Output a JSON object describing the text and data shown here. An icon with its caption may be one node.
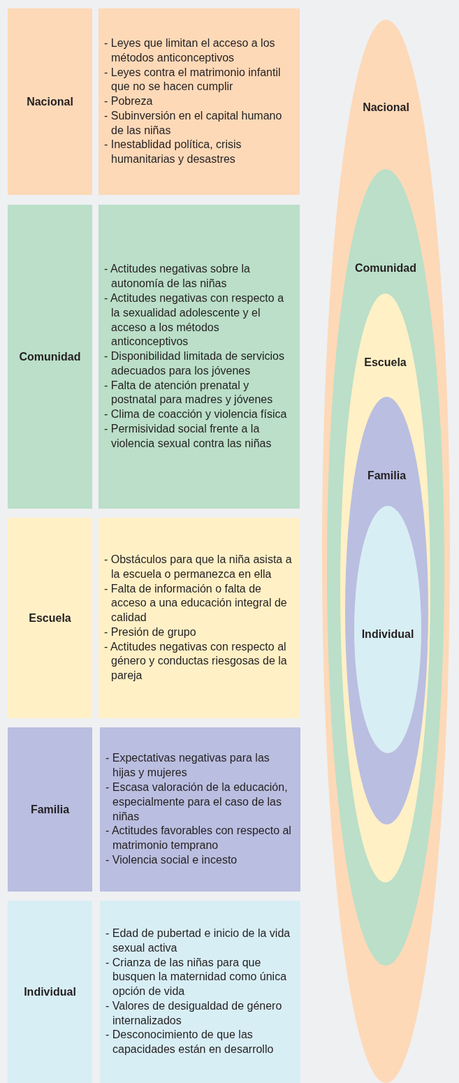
{
  "diagram": {
    "nodes": [
      {
        "text": [
          "Nacional"
        ]
      },
      {
        "text": [
          "- Leyes que limitan el acceso a los métodos anticonceptivos",
          "- Leyes contra el matrimonio infantil que no se hacen cumplir",
          "- Pobreza",
          "- Subinversión en el capital humano de las niñas",
          "- Inestablidad política, crisis humanitarias y desastres"
        ]
      },
      {
        "text": [
          "Comunidad"
        ]
      },
      {
        "text": [
          "- Actitudes negativas sobre la autonomía de las niñas",
          "- Actitudes negativas con respecto a la sexualidad adolescente y el acceso a los métodos anticonceptivos",
          "- Disponibilidad limitada de servicios adecuados para los jóvenes",
          "- Falta de atención prenatal y postnatal para madres y jóvenes",
          "- Clima de coacción y violencia física",
          "- Permisividad social frente a la violencia sexual contra las niñas"
        ]
      },
      {
        "text": [
          "Escuela"
        ]
      },
      {
        "text": [
          "- Obstáculos para que la niña asista a la escuela o permanezca en ella",
          "- Falta de información o falta de acceso a una educación integral de calidad",
          "- Presión de grupo",
          "- Actitudes negativas con respecto al género y conductas riesgosas de la pareja"
        ]
      },
      {
        "text": [
          "Familia"
        ]
      },
      {
        "text": [
          "- Expectativas negativas para las hijas y mujeres",
          "- Escasa valoración de la educación, especialmente para el caso de las niñas",
          "- Actitudes favorables con respecto al matrimonio temprano",
          "- Violencia social e incesto"
        ]
      },
      {
        "text": [
          "Individual"
        ]
      },
      {
        "text": [
          "- Edad de pubertad e inicio de la vida sexual activa",
          "- Crianza de las niñas para que busquen la maternidad como única opción de vida",
          "- Valores de desigualdad de género internalizados",
          "- Desconocimiento de que las capacidades están en desarrollo"
        ]
      },
      {
        "text": [
          "Nacional"
        ]
      },
      {
        "text": [
          "Comunidad"
        ],
        "in": 10
      },
      {
        "text": [
          "Escuela"
        ],
        "in": 11
      },
      {
        "text": [
          "Familia"
        ],
        "in": 12
      },
      {
        "text": [
          "Individual"
        ],
        "in": 13
      }
    ]
  }
}
